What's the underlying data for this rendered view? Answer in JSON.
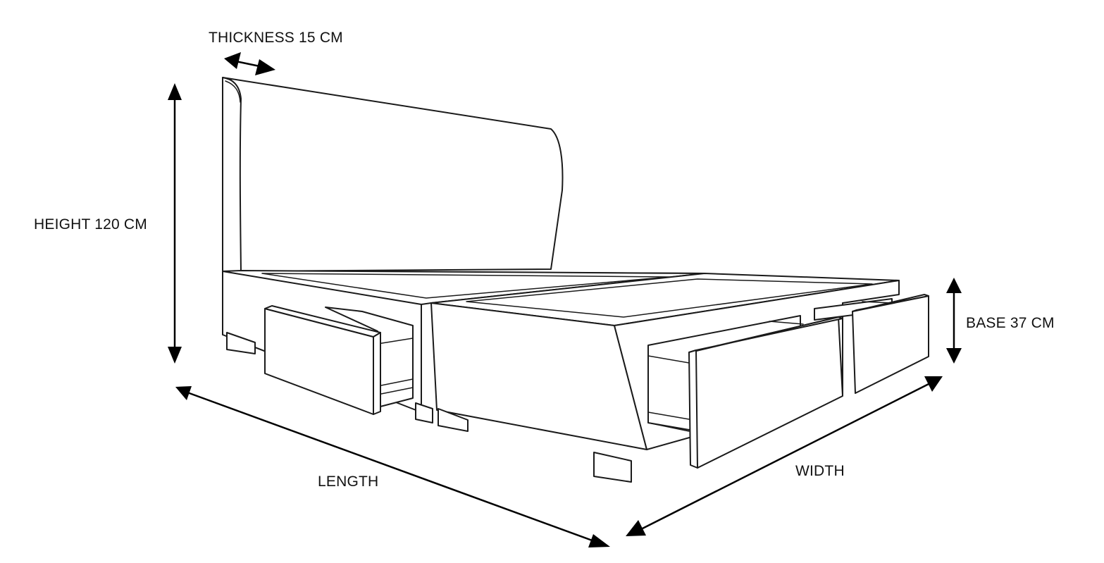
{
  "labels": {
    "thickness": "THICKNESS 15 CM",
    "height": "HEIGHT 120 CM",
    "base": "BASE 37 CM",
    "length": "LENGTH",
    "width": "WIDTH"
  },
  "colors": {
    "line": "#1a1a1a",
    "arrow": "#000000",
    "background": "#ffffff"
  }
}
